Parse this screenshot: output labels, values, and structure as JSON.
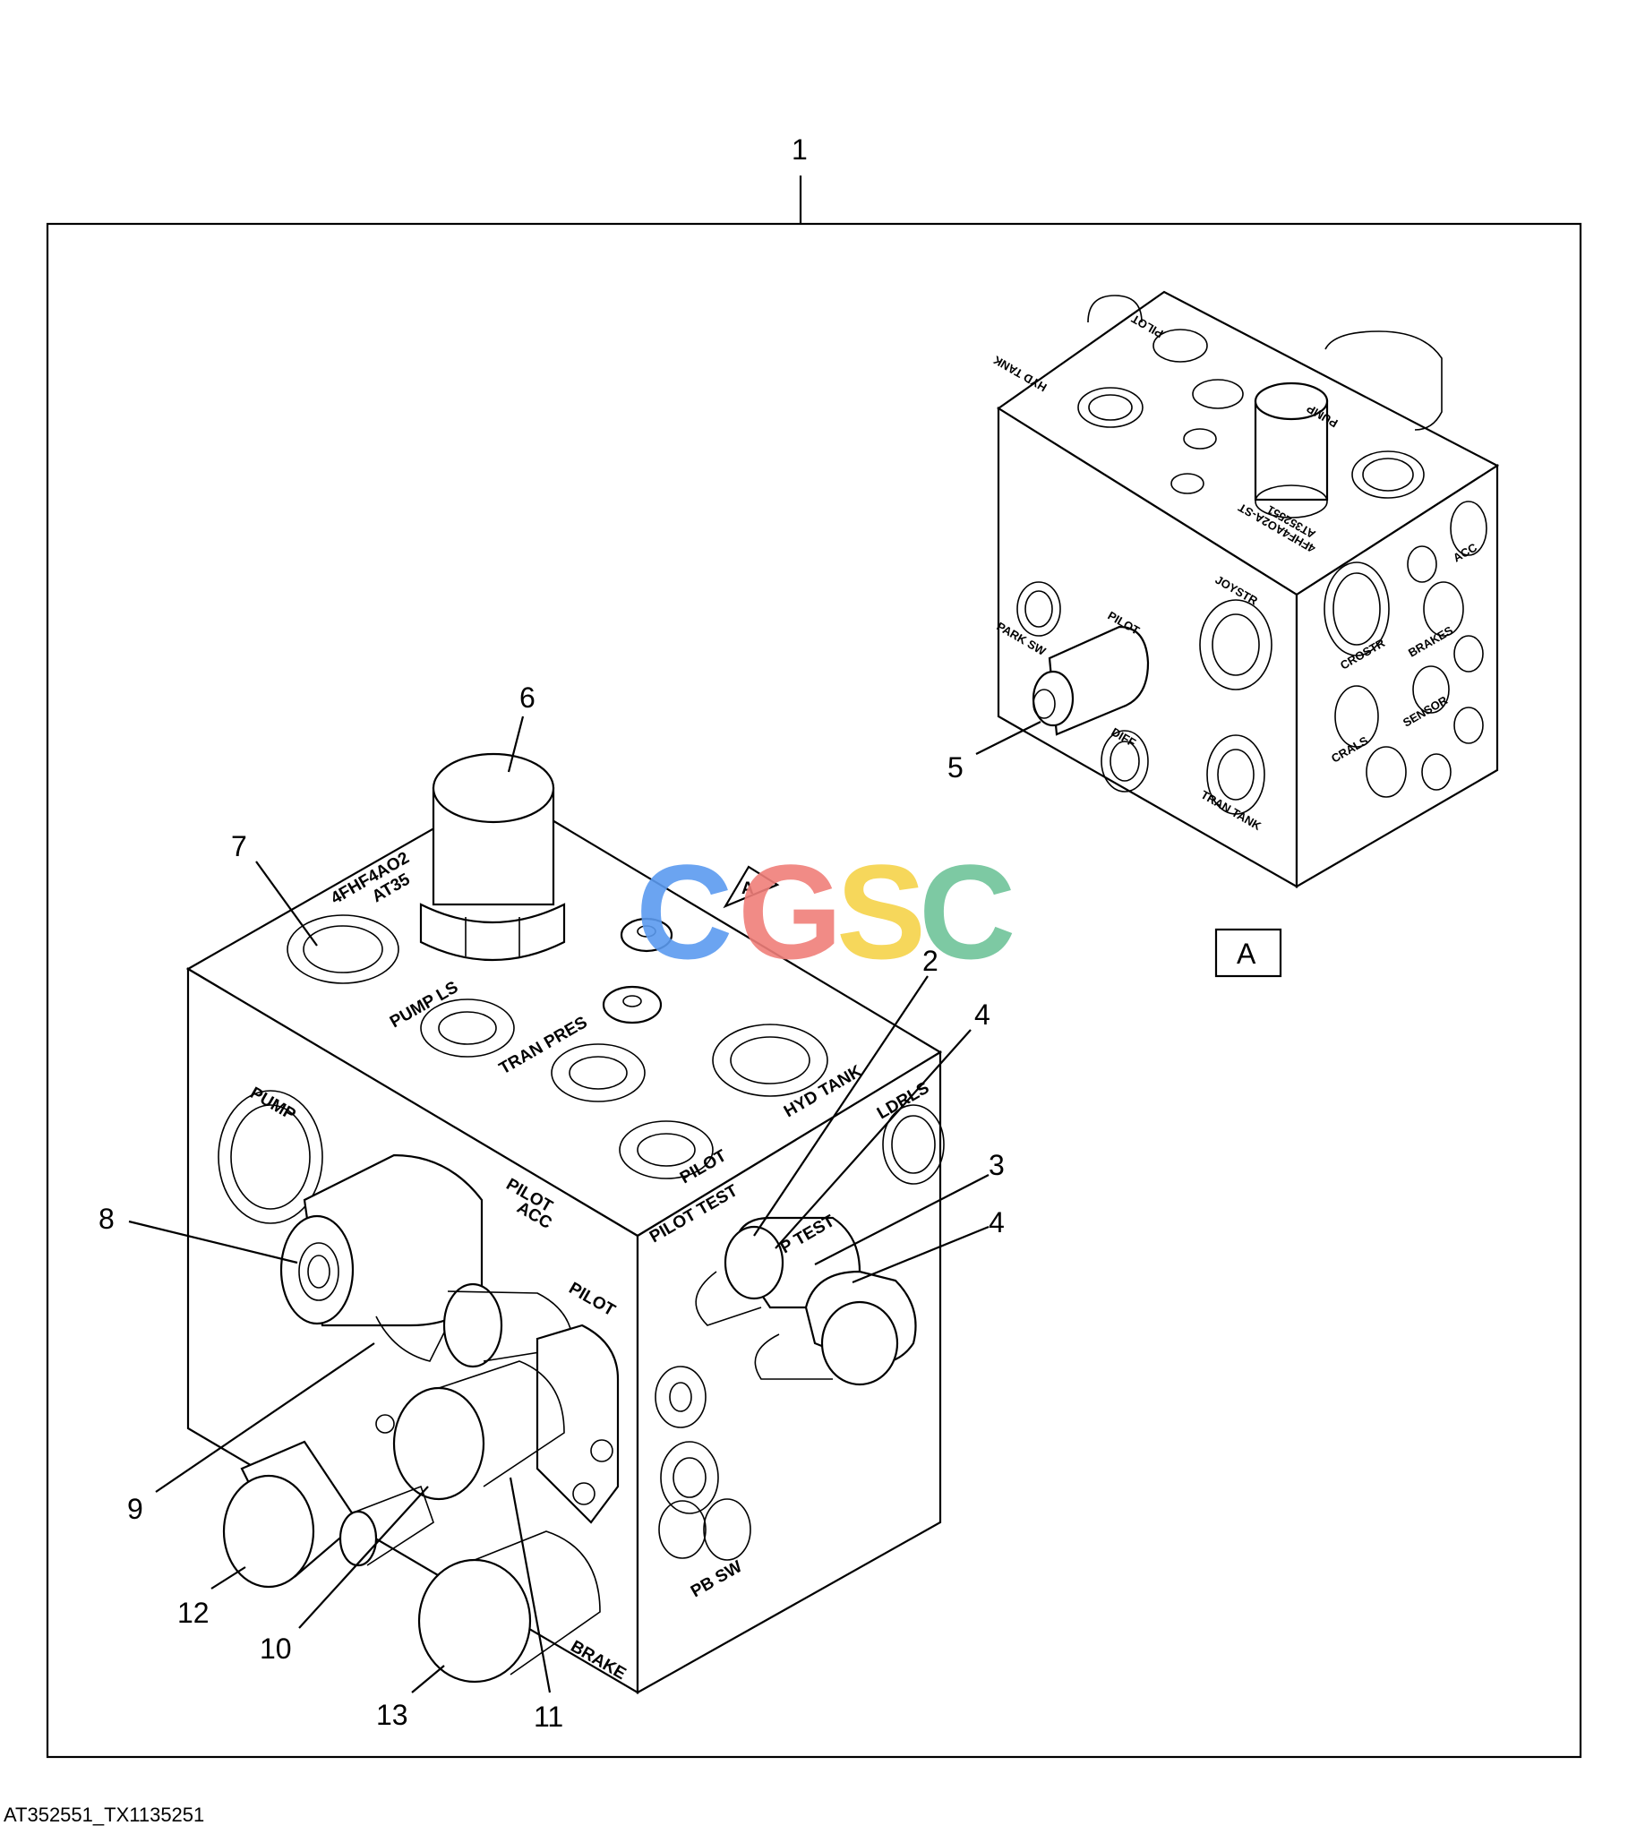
{
  "figure": {
    "caption": "AT352551_TX1135251",
    "watermark": "CGSC",
    "view_marker_small": "A",
    "view_label_box": "A"
  },
  "callouts": {
    "c1": "1",
    "c2": "2",
    "c3": "3",
    "c4a": "4",
    "c4b": "4",
    "c5": "5",
    "c6": "6",
    "c7": "7",
    "c8": "8",
    "c9": "9",
    "c10": "10",
    "c11": "11",
    "c12": "12",
    "c13": "13"
  },
  "main_labels": {
    "part_no_1": "4FHF4AO2",
    "part_no_2": "AT35",
    "pump_ls": "PUMP LS",
    "tran_pres": "TRAN PRES",
    "hyd_tank": "HYD TANK",
    "pilot_top": "PILOT",
    "pilot_test": "PILOT TEST",
    "ldrls": "LDRLS",
    "pump_test": "P TEST",
    "pump": "PUMP",
    "pilot_acc_1": "PILOT",
    "pilot_acc_2": "ACC",
    "pilot_side": "PILOT",
    "pb_sw": "PB SW",
    "brake": "BRAKE"
  },
  "detail_labels": {
    "hyd_tank": "HYD TANK",
    "pilot": "PILOT",
    "pump": "PUMP",
    "part_no": "4FHF4AO2A-ST",
    "part_no_2": "AT352551",
    "joystr": "JOYSTR",
    "pilot_front": "PILOT",
    "park_sw": "PARK SW",
    "diff": "DIFF",
    "tran_tank": "TRAN TANK",
    "acc": "ACC",
    "crostr": "CROSTR",
    "brakes": "BRAKES",
    "sensor": "SENSOR",
    "crals": "CRALS"
  },
  "colors": {
    "watermark_c1": "#5b9bf0",
    "watermark_g": "#f07f7a",
    "watermark_s": "#f6d34a",
    "watermark_c2": "#6fc49a"
  }
}
